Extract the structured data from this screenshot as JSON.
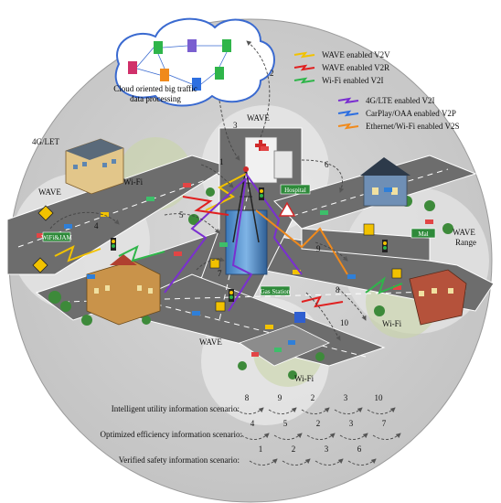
{
  "cloud_label": "Cloud oriented big traffic data processing",
  "cloud_label_line1": "Cloud oriented big traffic",
  "cloud_label_line2": "data processing",
  "legend": [
    {
      "label": "WAVE enabled V2V",
      "color": "#f2c200"
    },
    {
      "label": "WAVE enabled V2R",
      "color": "#e02020"
    },
    {
      "label": "Wi-Fi enabled V2I",
      "color": "#2fb54a"
    },
    {
      "label": "4G/LTE enabled V2I",
      "color": "#7a2fd0"
    },
    {
      "label": "CarPlay/OAA enabled V2P",
      "color": "#2e6fe0"
    },
    {
      "label": "Ethernet/Wi-Fi enabled V2S",
      "color": "#f08a1c"
    }
  ],
  "zone_labels": {
    "wave_top": "WAVE",
    "wave_left": "WAVE",
    "wave_bottom": "WAVE",
    "wave_range": "WAVE",
    "wave_range_sub": "Range",
    "fourg": "4G/LET",
    "wifi_left": "Wi-Fi",
    "wifi_right": "Wi-Fi",
    "wifi_bottom": "Wi-Fi"
  },
  "signs": {
    "hospital": "Hospital",
    "wifi_jam": "WiFi&JAM",
    "gas_station": "Gas Station",
    "mall": "Mal"
  },
  "step_numbers": [
    "1",
    "2",
    "3",
    "4",
    "5",
    "6",
    "7",
    "8",
    "9",
    "10"
  ],
  "scenarios": [
    {
      "label": "Intelligent utility information scenario:",
      "steps": [
        "8",
        "9",
        "2",
        "3",
        "10"
      ]
    },
    {
      "label": "Optimized efficiency information scenario:",
      "steps": [
        "4",
        "5",
        "2",
        "3",
        "7"
      ]
    },
    {
      "label": "Verified safety information scenario:",
      "steps": [
        "1",
        "2",
        "3",
        "6"
      ]
    }
  ]
}
